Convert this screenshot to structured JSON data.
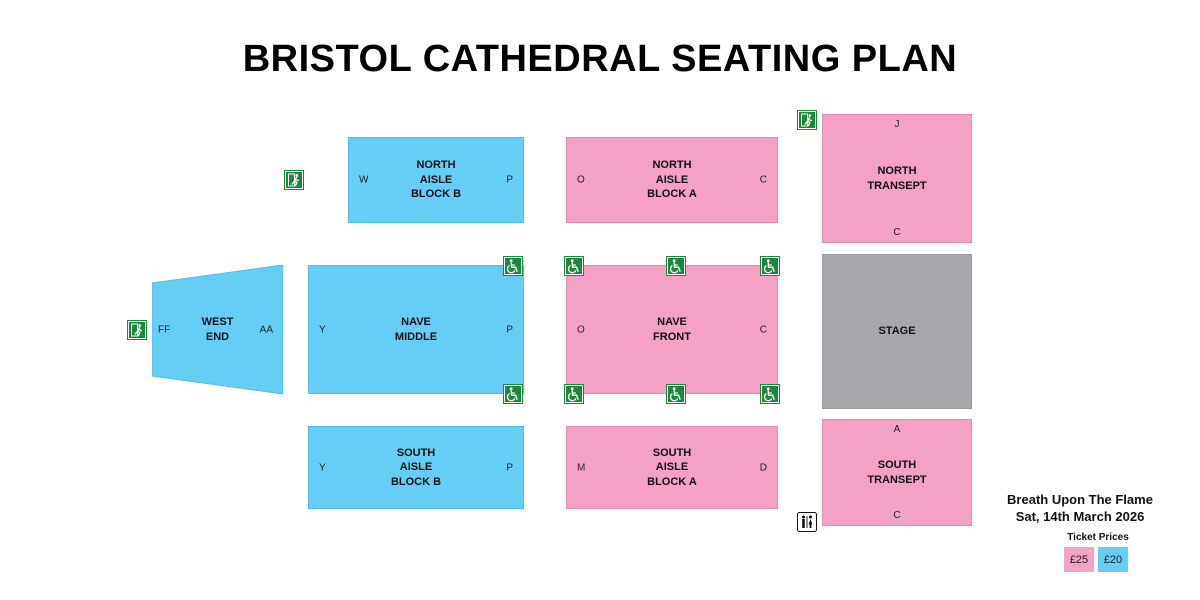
{
  "title": "BRISTOL CATHEDRAL SEATING PLAN",
  "colors": {
    "price_25": "#f4a1c6",
    "price_20": "#66cdf5",
    "stage": "#a6a8ab",
    "sign_green": "#1a8a3a"
  },
  "blocks": {
    "north_aisle_b": {
      "name": [
        "NORTH",
        "AISLE",
        "BLOCK B"
      ],
      "left_row": "W",
      "right_row": "P"
    },
    "north_aisle_a": {
      "name": [
        "NORTH",
        "AISLE",
        "BLOCK A"
      ],
      "left_row": "O",
      "right_row": "C"
    },
    "north_transept": {
      "name": [
        "NORTH",
        "TRANSEPT"
      ],
      "top_row": "J",
      "bottom_row": "C"
    },
    "west_end": {
      "name": [
        "WEST",
        "END"
      ],
      "left_row": "FF",
      "right_row": "AA"
    },
    "nave_middle": {
      "name": [
        "NAVE",
        "MIDDLE"
      ],
      "left_row": "Y",
      "right_row": "P"
    },
    "nave_front": {
      "name": [
        "NAVE",
        "FRONT"
      ],
      "left_row": "O",
      "right_row": "C"
    },
    "stage": {
      "name": [
        "STAGE"
      ]
    },
    "south_aisle_b": {
      "name": [
        "SOUTH",
        "AISLE",
        "BLOCK B"
      ],
      "left_row": "Y",
      "right_row": "P"
    },
    "south_aisle_a": {
      "name": [
        "SOUTH",
        "AISLE",
        "BLOCK A"
      ],
      "left_row": "M",
      "right_row": "D"
    },
    "south_transept": {
      "name": [
        "SOUTH",
        "TRANSEPT"
      ],
      "top_row": "A",
      "bottom_row": "C"
    }
  },
  "icons": {
    "exit": "emergency-exit-icon",
    "wheelchair": "wheelchair-icon",
    "toilets": "toilets-icon"
  },
  "event": {
    "name": "Breath Upon The Flame",
    "date": "Sat, 14th March 2026"
  },
  "ticket_prices": {
    "label": "Ticket Prices",
    "items": [
      "£25",
      "£20"
    ]
  }
}
